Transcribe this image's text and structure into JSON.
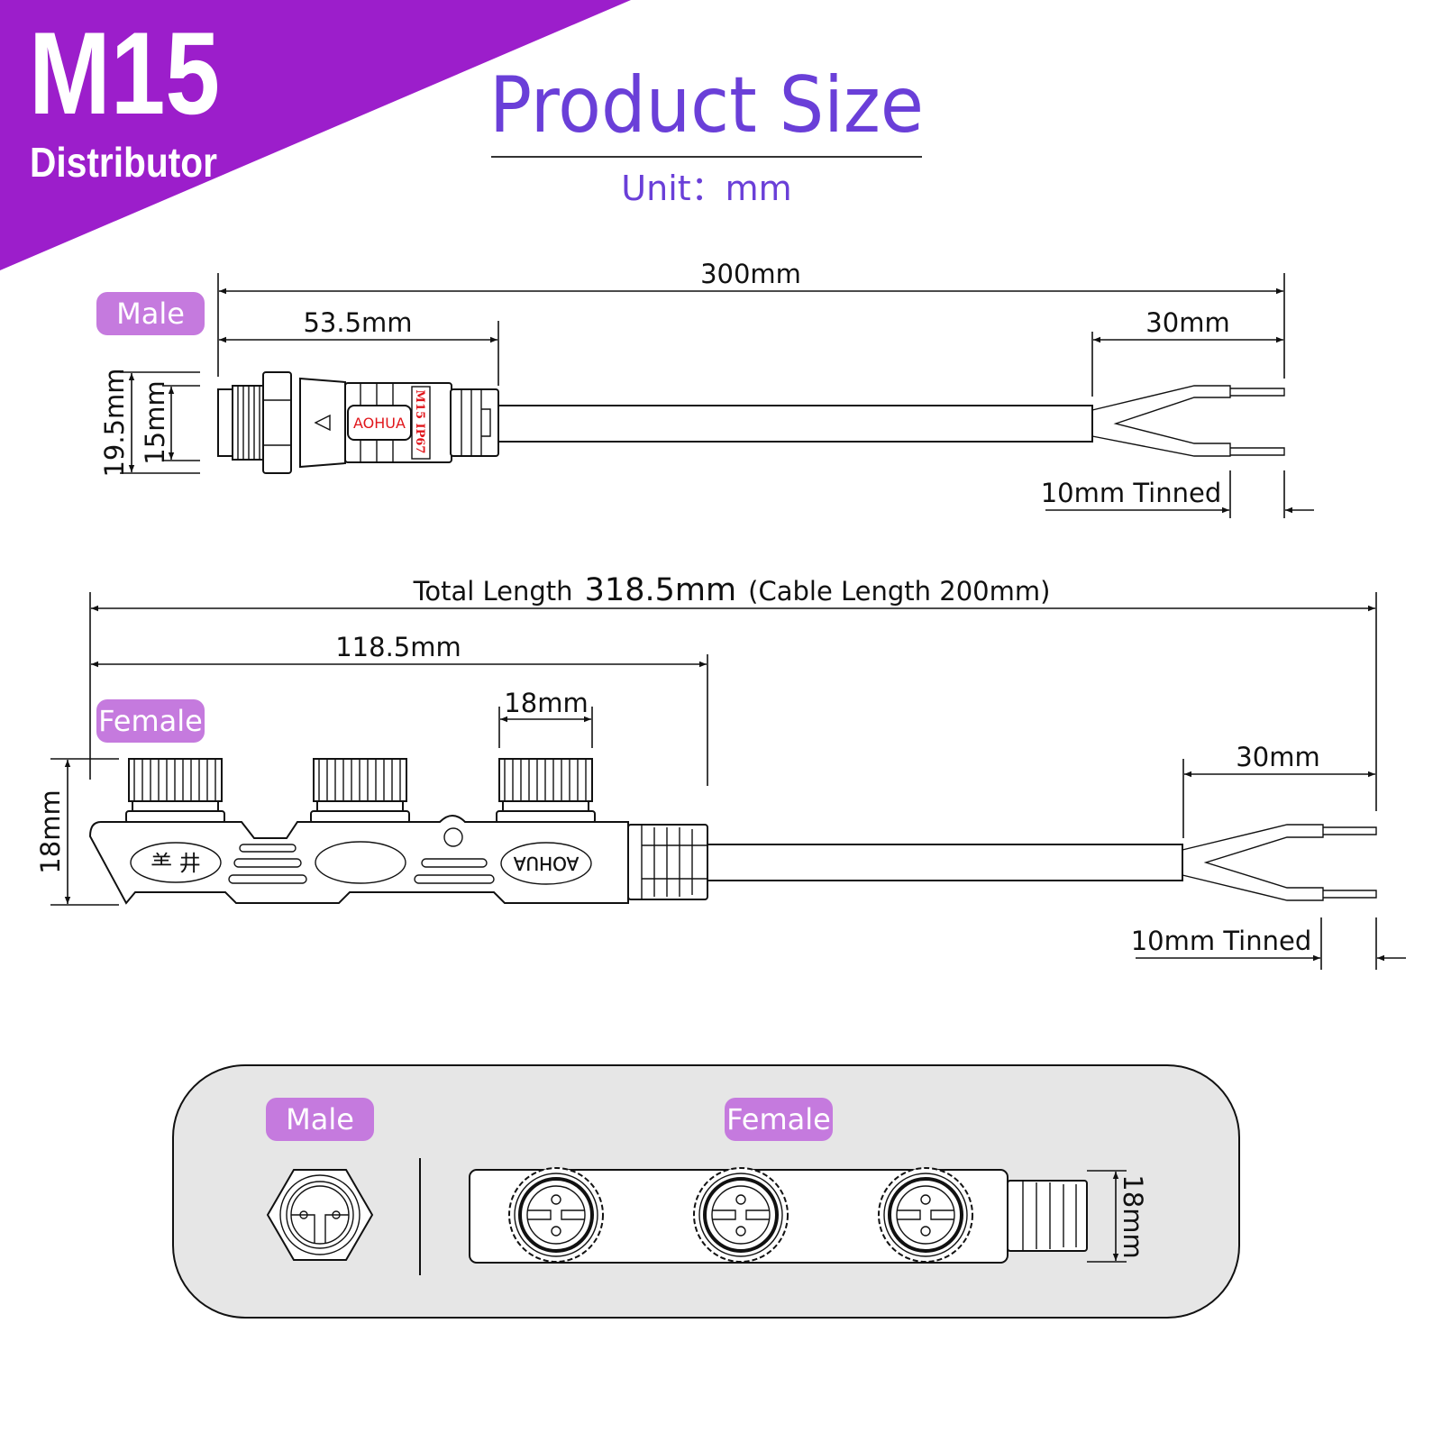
{
  "colors": {
    "corner": "#9c1ecb",
    "title": "#6a3fd8",
    "badge": "#c57ade",
    "panel": "#e6e6e6",
    "logo_red": "#e0161b"
  },
  "corner": {
    "model": "M15",
    "type": "Distributor"
  },
  "header": {
    "title": "Product Size",
    "unit": "Unit：mm"
  },
  "male_drawing": {
    "badge": "Male",
    "total": "300mm",
    "connector_length": "53.5mm",
    "strip_length": "30mm",
    "outer_diameter": "19.5mm",
    "inner_diameter": "15mm",
    "tinned": "10mm Tinned",
    "logo": "AOHUA",
    "marking": "M15 IP67"
  },
  "female_drawing": {
    "badge": "Female",
    "total_label": "Total Length",
    "total_value": "318.5mm",
    "cable_note": "(Cable Length 200mm)",
    "body_length": "118.5mm",
    "cap_width": "18mm",
    "height": "18mm",
    "strip_length": "30mm",
    "tinned": "10mm Tinned",
    "logo": "AOHUA"
  },
  "end_view": {
    "male_badge": "Male",
    "female_badge": "Female",
    "height": "18mm"
  }
}
